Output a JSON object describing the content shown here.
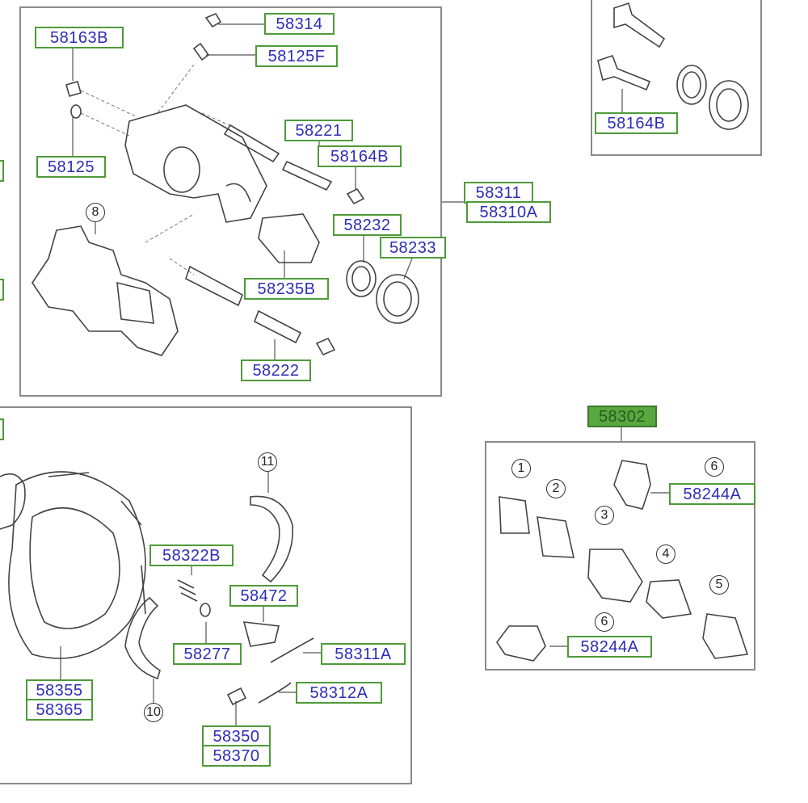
{
  "parts": {
    "p58314": "58314",
    "p58163B": "58163B",
    "p58125F": "58125F",
    "p58125": "58125",
    "p58221": "58221",
    "p58164B": "58164B",
    "p58311": "58311",
    "p58310A": "58310A",
    "p58232": "58232",
    "p58233": "58233",
    "p58235B": "58235B",
    "p58222": "58222",
    "p58164B_tr": "58164B",
    "p58302": "58302",
    "p58244A_a": "58244A",
    "p58244A_b": "58244A",
    "p58322B": "58322B",
    "p58472": "58472",
    "p58277": "58277",
    "p58311A": "58311A",
    "p58312A": "58312A",
    "p58350": "58350",
    "p58370": "58370",
    "p58355": "58355",
    "p58365": "58365"
  },
  "callouts": {
    "c8": "8",
    "c11": "11",
    "c10": "10",
    "c1": "1",
    "c2": "2",
    "c3": "3",
    "c4": "4",
    "c5": "5",
    "c6a": "6",
    "c6b": "6"
  },
  "colors": {
    "label_border": "#4f9a3a",
    "label_text": "#2d2db8",
    "assembly_fill": "#58a83f"
  }
}
